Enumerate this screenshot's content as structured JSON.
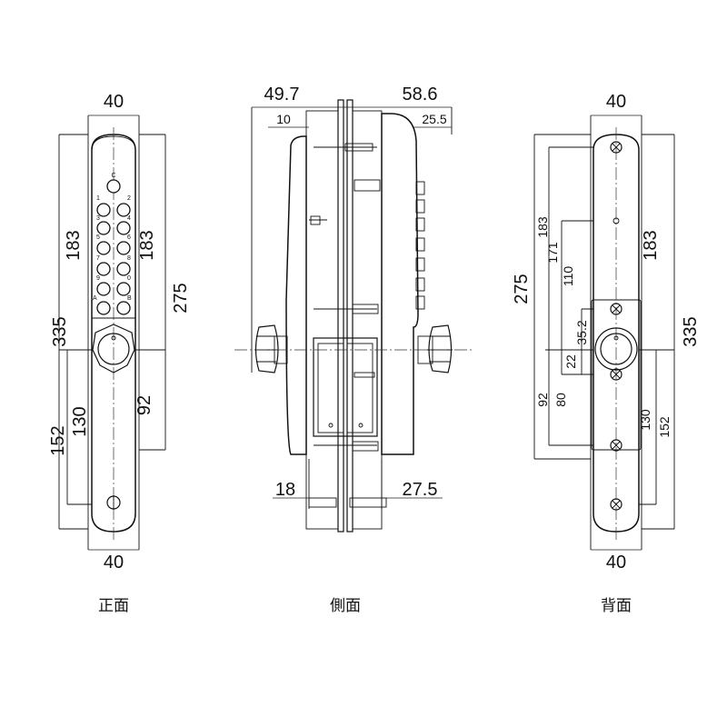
{
  "views": {
    "front": {
      "caption": "正面",
      "dims": {
        "top_width": "40",
        "bottom_width": "40",
        "h183_left": "183",
        "h183_right": "183",
        "h275": "275",
        "h335": "335",
        "h92": "92",
        "h130": "130",
        "h152": "152"
      },
      "button_labels": [
        "C",
        "1",
        "2",
        "3",
        "4",
        "5",
        "6",
        "7",
        "8",
        "9",
        "0",
        "A",
        "B"
      ]
    },
    "side": {
      "caption": "側面",
      "dims": {
        "top_left": "49.7",
        "top_right": "58.6",
        "sub_left": "10",
        "sub_right": "25.5",
        "bottom_left": "18",
        "bottom_right": "27.5"
      }
    },
    "back": {
      "caption": "背面",
      "dims": {
        "top_width": "40",
        "bottom_width": "40",
        "h183_left": "183",
        "h171": "171",
        "h110": "110",
        "h35_2": "35.2",
        "h22": "22",
        "h275": "275",
        "h183_right": "183",
        "h335": "335",
        "h92": "92",
        "h80": "80",
        "h130": "130",
        "h152": "152"
      }
    }
  }
}
